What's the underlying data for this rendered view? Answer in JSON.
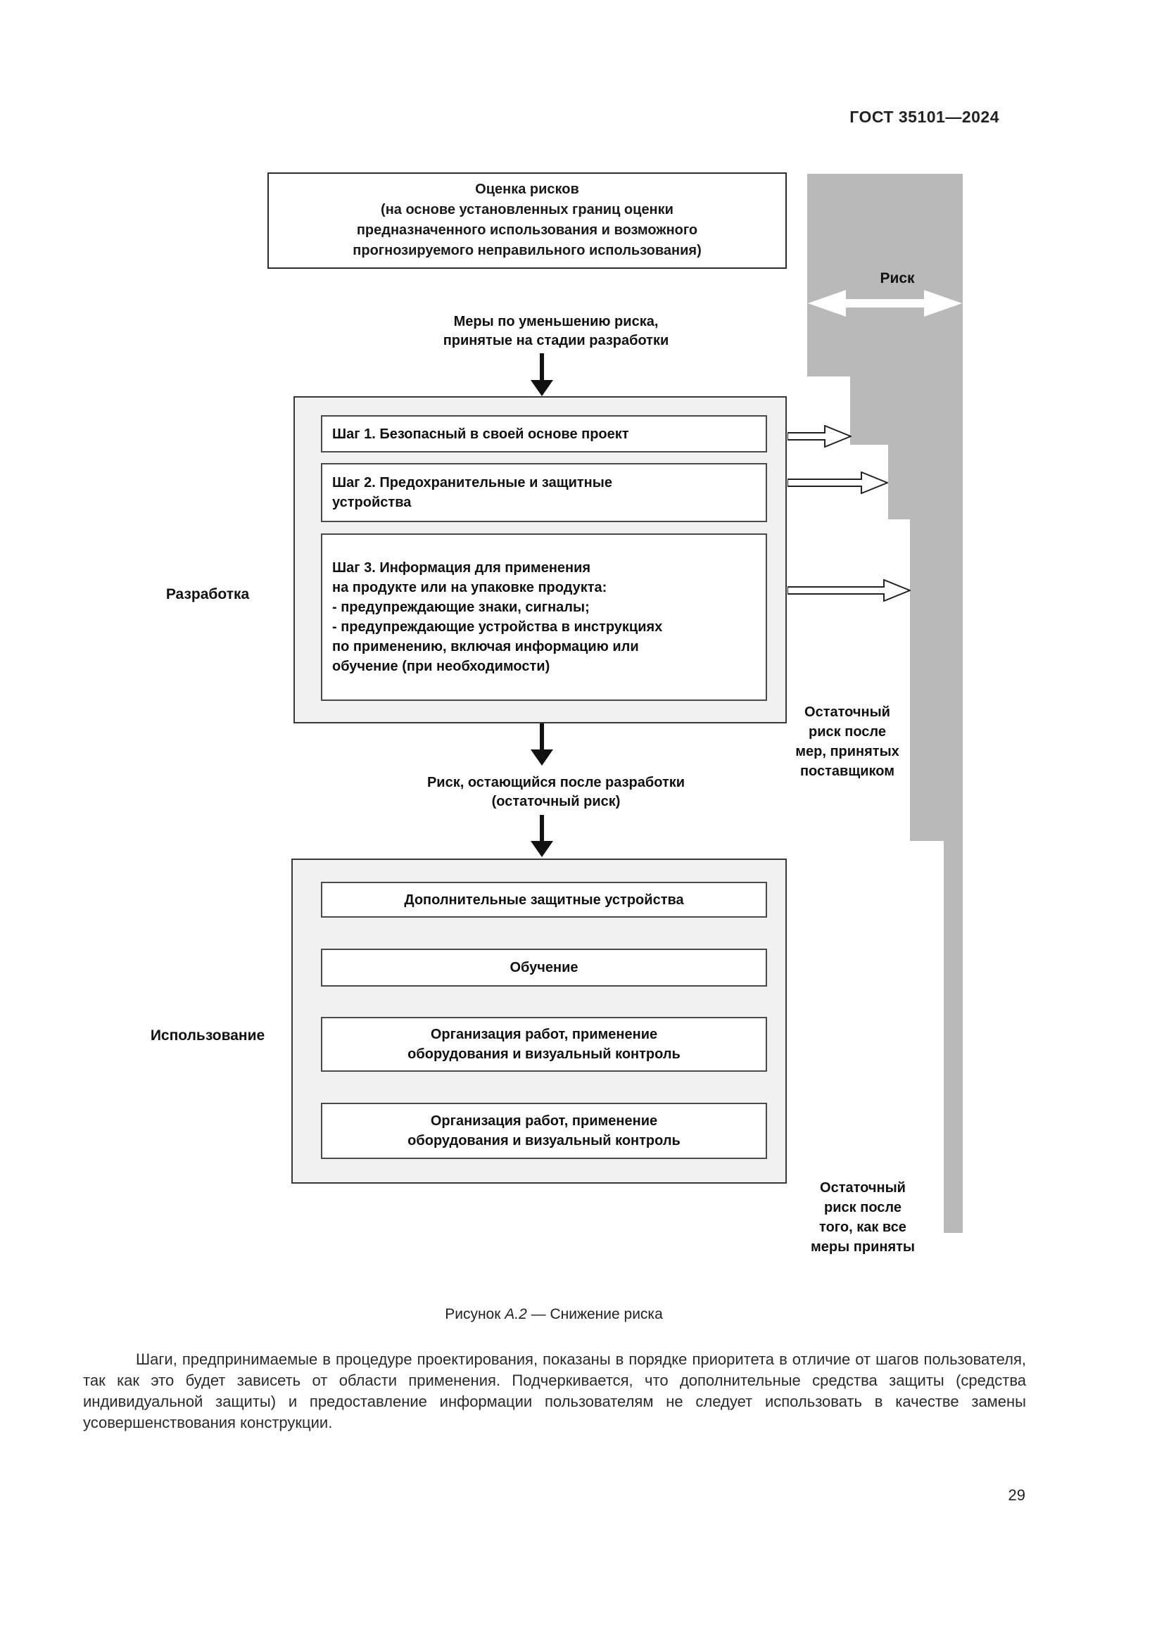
{
  "page": {
    "standard_code": "ГОСТ 35101—2024",
    "number": "29"
  },
  "figure": {
    "risk_label": "Риск",
    "assessment_box": "Оценка рисков\n(на основе установленных границ оценки\nпредназначенного использования и возможного\nпрогнозируемого неправильного использования)",
    "measures_label": "Меры по уменьшению риска,\nпринятые на стадии разработки",
    "residual_label": "Риск, остающийся после разработки\n(остаточный риск)",
    "development": {
      "label": "Разработка",
      "steps": [
        "Шаг 1. Безопасный в своей основе проект",
        "Шаг 2. Предохранительные и защитные\nустройства",
        "Шаг 3. Информация для применения\nна продукте или на упаковке продукта:\n- предупреждающие знаки, сигналы;\n- предупреждающие устройства в инструкциях\nпо применению, включая информацию или\nобучение (при необходимости)"
      ]
    },
    "use": {
      "label": "Использование",
      "boxes": [
        "Дополнительные защитные устройства",
        "Обучение",
        "Организация работ, применение\nоборудования и визуальный контроль",
        "Организация работ, применение\nоборудования и визуальный контроль"
      ]
    },
    "residual_after_supplier": "Остаточный\nриск после\nмер, принятых\nпоставщиком",
    "residual_after_all": "Остаточный\nриск после\nтого, как все\nмеры приняты",
    "caption_prefix": "Рисунок ",
    "caption_label": "А.2",
    "caption_suffix": " — Снижение риска"
  },
  "paragraph": "Шаги, предпринимаемые в процедуре проектирования, показаны в порядке приоритета в отличие от шагов пользователя, так как это будет зависеть от области применения. Подчеркивается, что дополнительные средства защиты (средства индивидуальной защиты) и предоставление информации пользователям не следует использовать в качестве замены усовершенствования конструкции.",
  "colors": {
    "risk_bar": "#b9b9b9",
    "stage_box_fill": "#f1f1f1",
    "border_dark": "#383838"
  }
}
